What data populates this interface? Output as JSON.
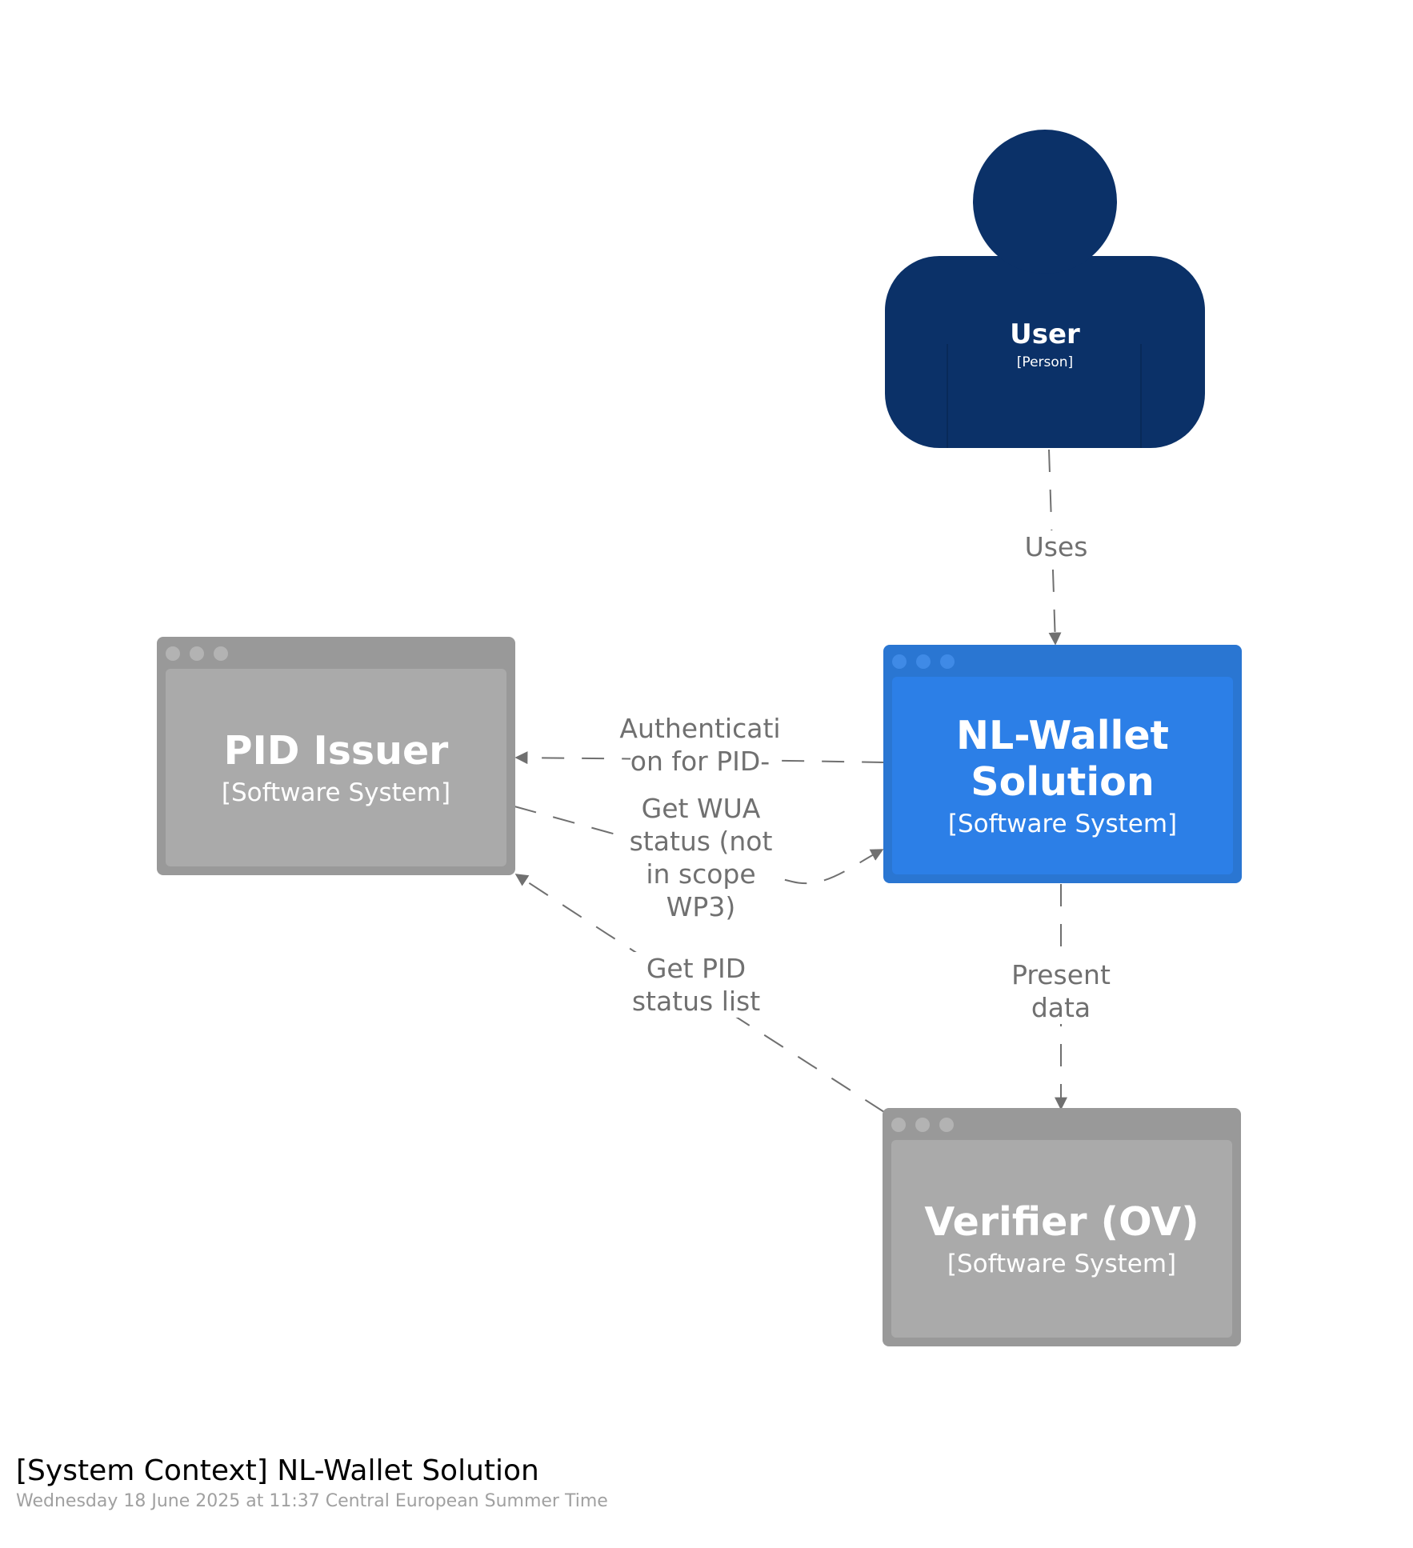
{
  "diagram": {
    "type": "C4 system context",
    "colors": {
      "person": "#0b3168",
      "focus_system": "#2c7fe7",
      "external_system": "#aaaaaa",
      "edge": "#707070"
    }
  },
  "person": {
    "name": "User",
    "kind": "[Person]"
  },
  "systems": {
    "pid_issuer": {
      "name": "PID Issuer",
      "kind": "[Software System]"
    },
    "nl_wallet": {
      "name_line1": "NL-Wallet",
      "name_line2": "Solution",
      "kind": "[Software System]"
    },
    "verifier": {
      "name": "Verifier (OV)",
      "kind": "[Software System]"
    }
  },
  "relationships": {
    "uses": {
      "label": "Uses",
      "from": "User",
      "to": "NL-Wallet Solution"
    },
    "auth_pid": {
      "line1": "Authenticati",
      "line2": "on for PID-",
      "line3": ".",
      "from": "NL-Wallet Solution",
      "to": "PID Issuer"
    },
    "wua_status": {
      "line1": "Get WUA",
      "line2": "status (not",
      "line3": "in scope",
      "line4": "WP3)",
      "from": "PID Issuer",
      "to": "NL-Wallet Solution"
    },
    "pid_status": {
      "line1": "Get PID",
      "line2": "status list",
      "from": "Verifier (OV)",
      "to": "PID Issuer"
    },
    "present": {
      "line1": "Present",
      "line2": "data",
      "from": "NL-Wallet Solution",
      "to": "Verifier (OV)"
    }
  },
  "caption": {
    "title": "[System Context] NL-Wallet Solution",
    "subtitle": "Wednesday 18 June 2025 at 11:37 Central European Summer Time"
  }
}
